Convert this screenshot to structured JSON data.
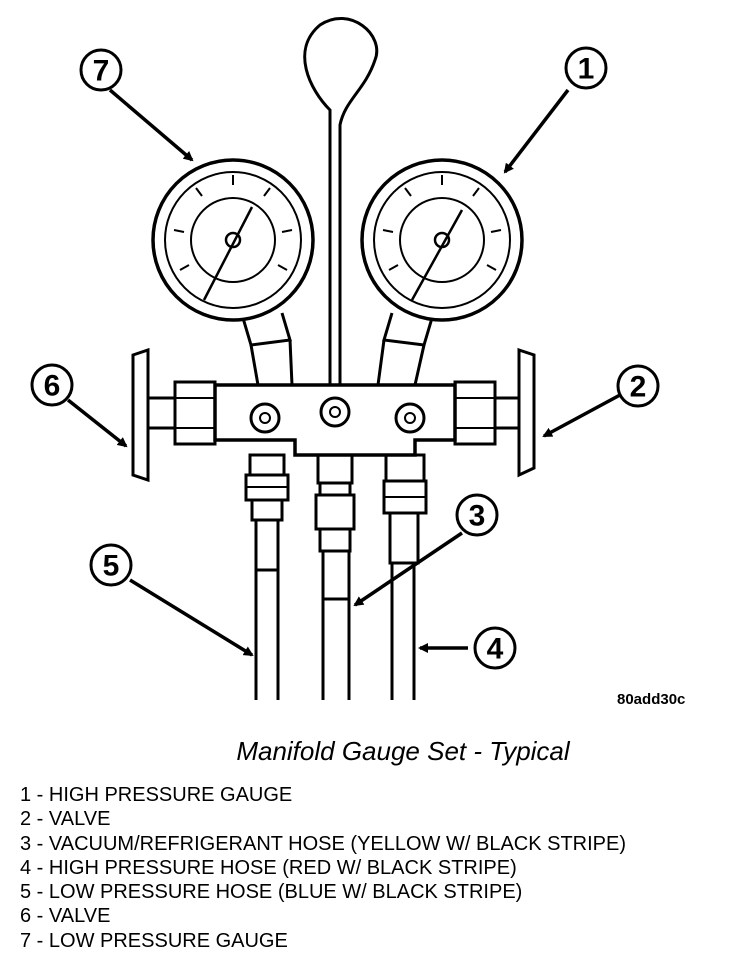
{
  "diagram": {
    "title": "Manifold Gauge Set - Typical",
    "figure_code": "80add30c",
    "callouts": [
      "1",
      "2",
      "3",
      "4",
      "5",
      "6",
      "7"
    ],
    "legend": [
      "1 - HIGH PRESSURE GAUGE",
      "2 - VALVE",
      "3 - VACUUM/REFRIGERANT HOSE (YELLOW W/ BLACK STRIPE)",
      "4 - HIGH PRESSURE HOSE (RED W/ BLACK STRIPE)",
      "5 - LOW PRESSURE HOSE (BLUE W/ BLACK STRIPE)",
      "6 - VALVE",
      "7 - LOW PRESSURE GAUGE"
    ]
  }
}
